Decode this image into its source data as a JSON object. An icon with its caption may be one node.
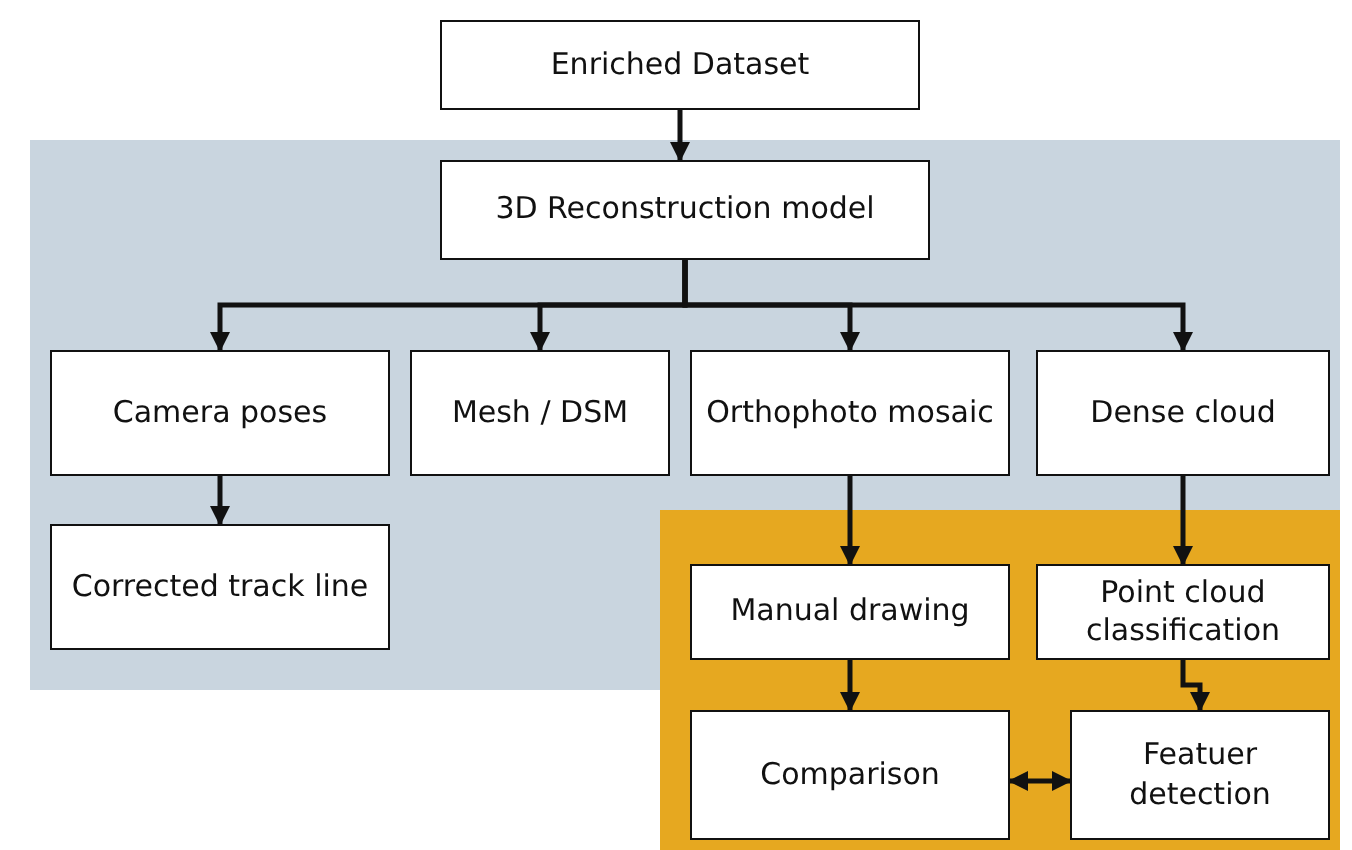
{
  "diagram": {
    "nodes": [
      {
        "text": [
          "Enriched Dataset"
        ]
      },
      {
        "text": [
          "3D Reconstruction model"
        ]
      },
      {
        "text": [
          "Camera poses"
        ]
      },
      {
        "text": [
          "Mesh / DSM"
        ]
      },
      {
        "text": [
          "Orthophoto mosaic"
        ]
      },
      {
        "text": [
          "Dense cloud"
        ]
      },
      {
        "text": [
          "Corrected track line"
        ]
      },
      {
        "text": [
          "Manual drawing"
        ]
      },
      {
        "text": [
          "Point cloud classification"
        ]
      },
      {
        "text": [
          "Comparison"
        ]
      },
      {
        "text": [
          "Featuer detection"
        ]
      }
    ],
    "edges": [
      {
        "from": 0,
        "to": 1,
        "arrow": "to"
      },
      {
        "from": 1,
        "to": 2,
        "arrow": "to"
      },
      {
        "from": 1,
        "to": 3,
        "arrow": "to"
      },
      {
        "from": 1,
        "to": 4,
        "arrow": "to"
      },
      {
        "from": 1,
        "to": 5,
        "arrow": "to"
      },
      {
        "from": 2,
        "to": 6,
        "arrow": "to"
      },
      {
        "from": 4,
        "to": 7,
        "arrow": "to"
      },
      {
        "from": 5,
        "to": 8,
        "arrow": "to"
      },
      {
        "from": 7,
        "to": 9,
        "arrow": "to"
      },
      {
        "from": 8,
        "to": 10,
        "arrow": "to"
      },
      {
        "from": 9,
        "to": 10,
        "arrow": "both"
      }
    ]
  }
}
